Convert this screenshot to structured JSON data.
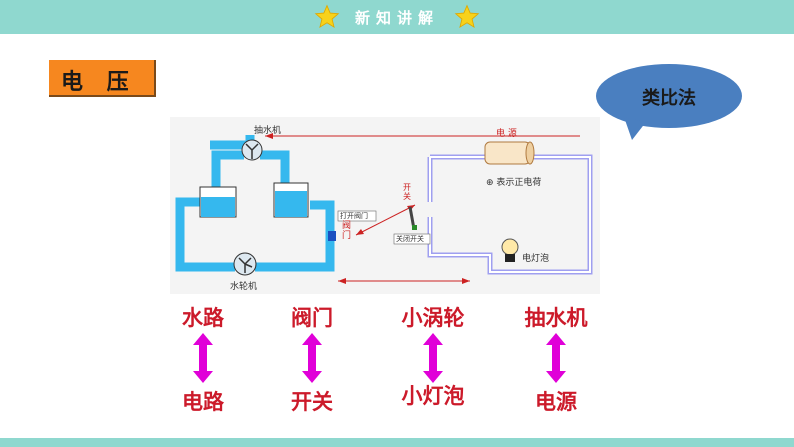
{
  "header": {
    "title": "新知讲解"
  },
  "section_tag": "电 压",
  "bubble": {
    "label": "类比法",
    "color": "#4a7fc0",
    "text_color": "#1a1a1a"
  },
  "diagram": {
    "water_labels": {
      "pump": "抽水机",
      "turbine": "水轮机",
      "valve_open": "打开阀门",
      "valve": "阀门",
      "valve_close": "关闭开关"
    },
    "circuit_labels": {
      "power": "电 源",
      "positive_charge": "⊕ 表示正电荷",
      "switch": "开关",
      "bulb": "电灯泡"
    }
  },
  "analogies": [
    {
      "water": "水路",
      "circuit": "电路"
    },
    {
      "water": "阀门",
      "circuit": "开关"
    },
    {
      "water": "小涡轮",
      "circuit": "小灯泡"
    },
    {
      "water": "抽水机",
      "circuit": "电源"
    }
  ],
  "colors": {
    "header_bg": "#8fd8cf",
    "tag_bg": "#f6871f",
    "analogy_text": "#cc1a2a",
    "arrow": "#e000d8",
    "water": "#35b8ee",
    "wire": "#9f9ff0"
  }
}
